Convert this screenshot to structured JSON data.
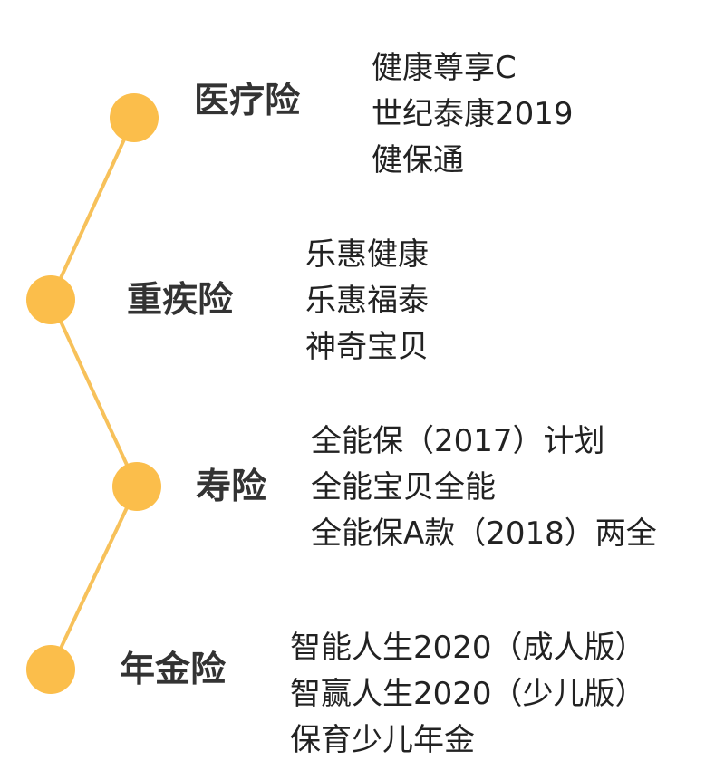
{
  "colors": {
    "accent": "#fbbe4b",
    "line": "#f7c15a",
    "label": "#333333",
    "text": "#222222"
  },
  "categories": [
    {
      "label": "医疗险",
      "items": [
        "健康尊享C",
        "世纪泰康2019",
        "健保通"
      ]
    },
    {
      "label": "重疾险",
      "items": [
        "乐惠健康",
        "乐惠福泰",
        "神奇宝贝"
      ]
    },
    {
      "label": "寿险",
      "items": [
        "全能保（2017）计划",
        "全能宝贝全能",
        "全能保A款（2018）两全"
      ]
    },
    {
      "label": "年金险",
      "items": [
        "智能人生2020（成人版）",
        "智赢人生2020（少儿版）",
        "保育少儿年金"
      ]
    }
  ]
}
